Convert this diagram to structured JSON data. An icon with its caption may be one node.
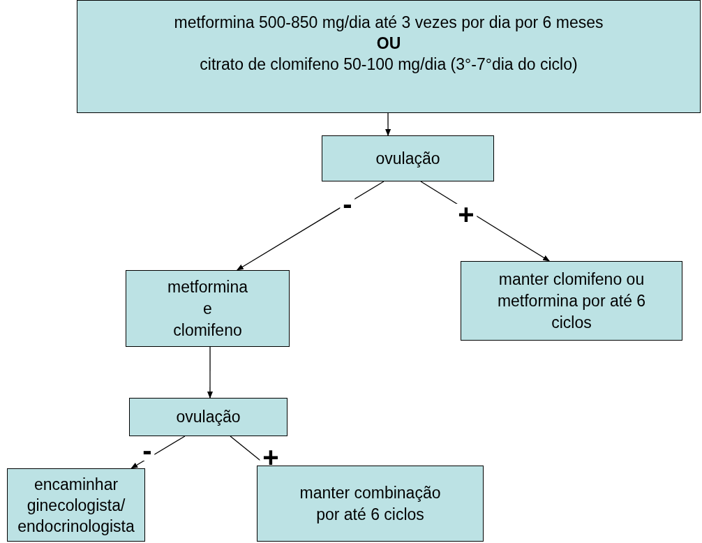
{
  "diagram": {
    "nodes": [
      {
        "text": [
          "metformina 500-850 mg/dia até 3 vezes por dia por 6 meses",
          "**OU**",
          "citrato de clomifeno 50-100 mg/dia (3°-7°dia do ciclo)"
        ]
      },
      {
        "text": [
          "ovulação"
        ]
      },
      {
        "text": [
          "metformina e clomifeno"
        ]
      },
      {
        "text": [
          "manter clomifeno ou metformina por até 6 ciclos"
        ]
      },
      {
        "text": [
          "ovulação"
        ]
      },
      {
        "text": [
          "encaminhar ginecologista/ endocrinologista"
        ]
      },
      {
        "text": [
          "manter combinação por até 6 ciclos"
        ]
      }
    ],
    "edges": [
      {
        "from": 0,
        "to": 1,
        "arrow": "to"
      },
      {
        "from": 1,
        "to": 2,
        "arrow": "to",
        "label": "-"
      },
      {
        "from": 1,
        "to": 3,
        "arrow": "to",
        "label": "+"
      },
      {
        "from": 2,
        "to": 4,
        "arrow": "to"
      },
      {
        "from": 4,
        "to": 5,
        "arrow": "to",
        "label": "-"
      },
      {
        "from": 4,
        "to": 6,
        "arrow": "to",
        "label": "+"
      }
    ]
  }
}
